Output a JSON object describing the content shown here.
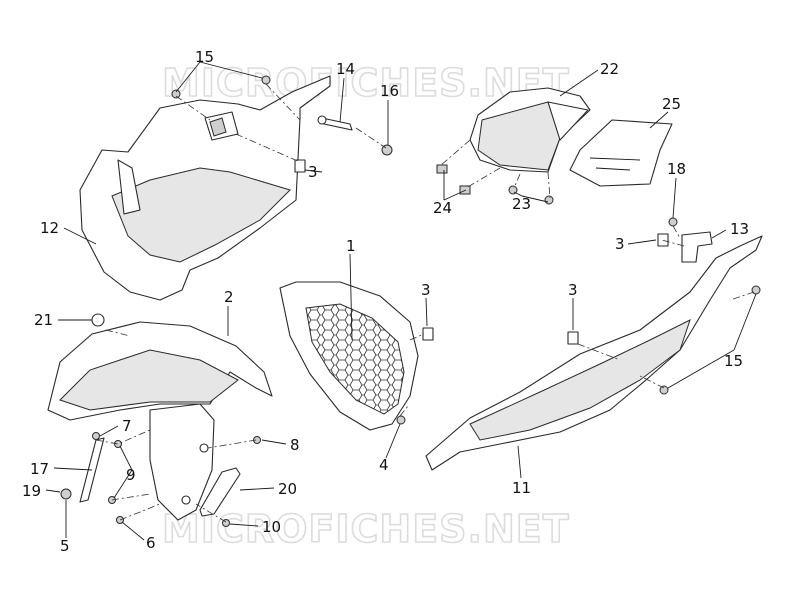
{
  "watermark": {
    "top": "MICROFICHES.NET",
    "bottom": "MICROFICHES.NET"
  },
  "callouts": [
    {
      "num": "15"
    },
    {
      "num": "14"
    },
    {
      "num": "16"
    },
    {
      "num": "3"
    },
    {
      "num": "12"
    },
    {
      "num": "22"
    },
    {
      "num": "25"
    },
    {
      "num": "24"
    },
    {
      "num": "23"
    },
    {
      "num": "18"
    },
    {
      "num": "3"
    },
    {
      "num": "13"
    },
    {
      "num": "1"
    },
    {
      "num": "3"
    },
    {
      "num": "3"
    },
    {
      "num": "2"
    },
    {
      "num": "21"
    },
    {
      "num": "15"
    },
    {
      "num": "7"
    },
    {
      "num": "8"
    },
    {
      "num": "17"
    },
    {
      "num": "9"
    },
    {
      "num": "19"
    },
    {
      "num": "20"
    },
    {
      "num": "4"
    },
    {
      "num": "11"
    },
    {
      "num": "10"
    },
    {
      "num": "6"
    },
    {
      "num": "5"
    }
  ]
}
